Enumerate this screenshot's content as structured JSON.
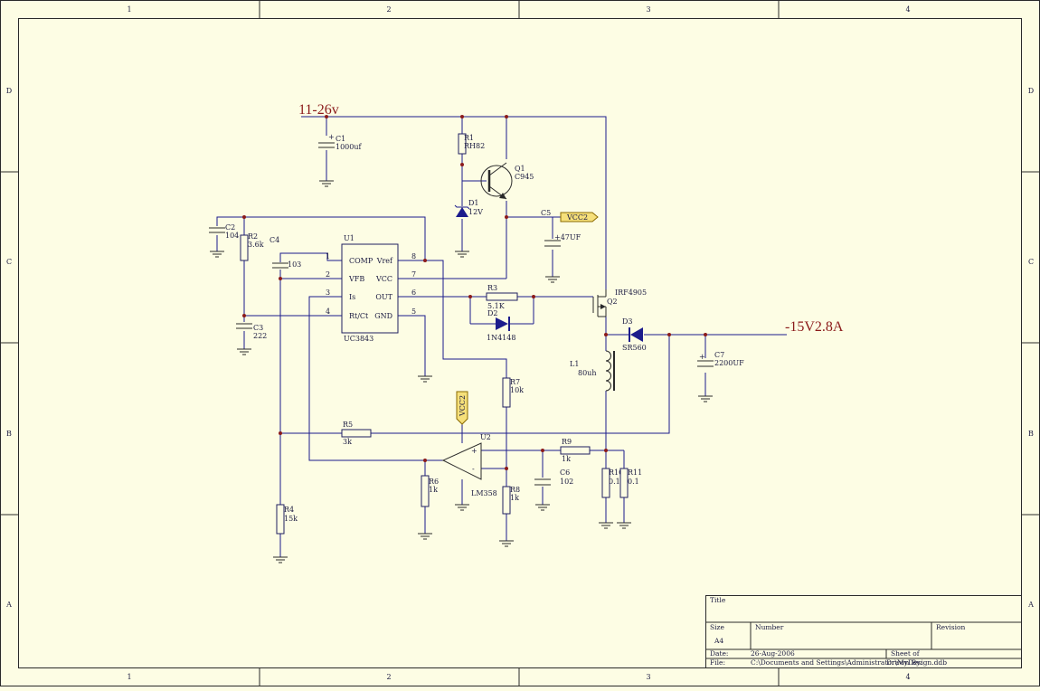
{
  "frame": {
    "columns": [
      "1",
      "2",
      "3",
      "4"
    ],
    "rows": [
      "D",
      "C",
      "B",
      "A"
    ]
  },
  "nets": {
    "input": "11-26v",
    "output": "-15V2.8A"
  },
  "components": {
    "C1": {
      "ref": "C1",
      "value": "1000uf"
    },
    "R1": {
      "ref": "R1",
      "value": "RH82"
    },
    "Q1": {
      "ref": "Q1",
      "value": "C945"
    },
    "D1": {
      "ref": "D1",
      "value": "12V"
    },
    "C2": {
      "ref": "C2",
      "value": "104"
    },
    "R2": {
      "ref": "R2",
      "value": "3.6k"
    },
    "C3": {
      "ref": "C3",
      "value": "222"
    },
    "C4": {
      "ref": "C4",
      "value": "103"
    },
    "U1": {
      "ref": "U1",
      "value": "UC3843",
      "pins": [
        "COMP",
        "VFB",
        "Is",
        "Rt/Ct",
        "Vref",
        "VCC",
        "OUT",
        "GND"
      ],
      "pin_numbers": [
        "1",
        "2",
        "3",
        "4",
        "8",
        "7",
        "6",
        "5"
      ]
    },
    "C5": {
      "ref": "C5",
      "value": "+47UF"
    },
    "VCC2a": {
      "label": "VCC2"
    },
    "VCC2b": {
      "label": "VCC2"
    },
    "R3": {
      "ref": "R3",
      "value": "5.1K"
    },
    "D2": {
      "ref": "D2",
      "value": "1N4148"
    },
    "Q2": {
      "ref": "Q2",
      "value": "IRF4905"
    },
    "D3": {
      "ref": "D3",
      "value": "SR560"
    },
    "L1": {
      "ref": "L1",
      "value": "80uh"
    },
    "C7": {
      "ref": "C7",
      "value": "2200UF"
    },
    "R7": {
      "ref": "R7",
      "value": "10k"
    },
    "R5": {
      "ref": "R5",
      "value": "3k"
    },
    "U2": {
      "ref": "U2",
      "value": "LM358",
      "plus": "+",
      "minus": "-"
    },
    "R9": {
      "ref": "R9",
      "value": "1k"
    },
    "R6": {
      "ref": "R6",
      "value": "1k"
    },
    "R8": {
      "ref": "R8",
      "value": "1k"
    },
    "C6": {
      "ref": "C6",
      "value": "102"
    },
    "R10": {
      "ref": "R10",
      "value": "0.1"
    },
    "R11": {
      "ref": "R11",
      "value": "0.1"
    },
    "R4": {
      "ref": "R4",
      "value": "15k"
    }
  },
  "title_block": {
    "title_label": "Title",
    "size_label": "Size",
    "size_value": "A4",
    "number_label": "Number",
    "revision_label": "Revision",
    "date_label": "Date:",
    "date_value": "26-Aug-2006",
    "sheet_label": "Sheet   of",
    "file_label": "File:",
    "file_value": "C:\\Documents and Settings\\Administrator\\MyDesign.ddb",
    "drawn_label": "Drawn By:"
  }
}
